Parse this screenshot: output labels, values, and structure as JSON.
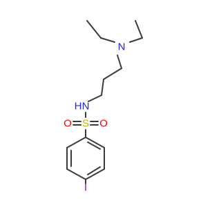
{
  "molecule": {
    "atoms": {
      "amine_n": {
        "label": "N",
        "color": "#2020ff"
      },
      "amide_n": {
        "label": "N",
        "color": "#2020ff"
      },
      "amide_h": {
        "label": "H",
        "color": "#2020ff"
      },
      "sulfur": {
        "label": "S",
        "color": "#c8b400"
      },
      "oxygen_left": {
        "label": "O",
        "color": "#ff0000"
      },
      "oxygen_right": {
        "label": "O",
        "color": "#ff0000"
      },
      "iodine": {
        "label": "I",
        "color": "#9400d3"
      }
    },
    "colors": {
      "bond": "#3a3a3a",
      "background": "#ffffff"
    }
  }
}
